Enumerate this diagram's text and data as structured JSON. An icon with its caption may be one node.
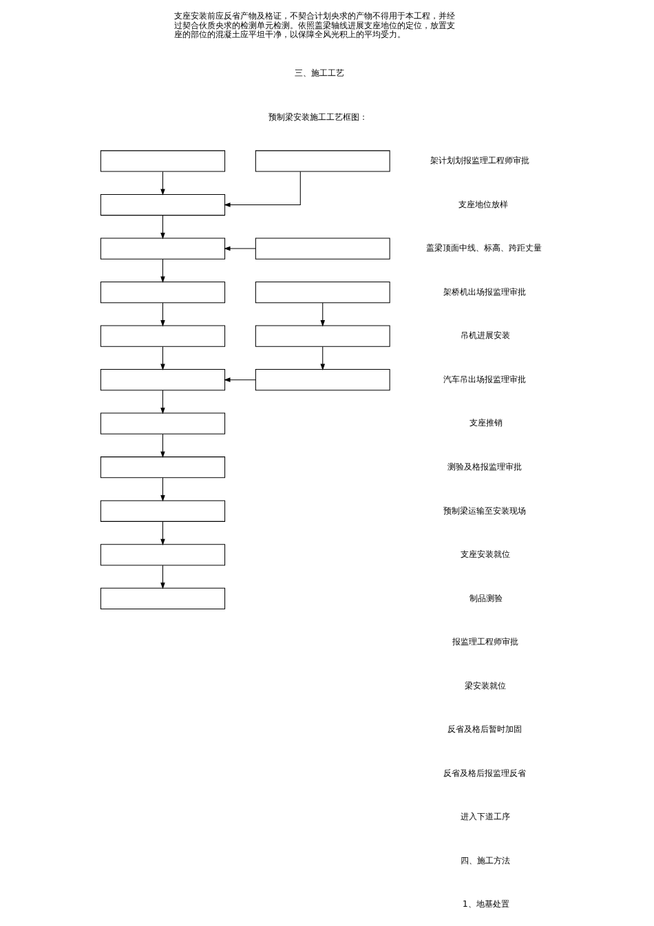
{
  "diagram": {
    "nodes": [
      {
        "text": [],
        "shape": "box"
      },
      {
        "text": [],
        "shape": "box"
      },
      {
        "text": [],
        "shape": "box"
      },
      {
        "text": [],
        "shape": "box"
      },
      {
        "text": [],
        "shape": "box"
      },
      {
        "text": [],
        "shape": "box"
      },
      {
        "text": [],
        "shape": "box"
      },
      {
        "text": [],
        "shape": "box"
      },
      {
        "text": [],
        "shape": "box"
      },
      {
        "text": [],
        "shape": "box"
      },
      {
        "text": [],
        "shape": "box"
      },
      {
        "text": [],
        "shape": "box"
      },
      {
        "text": [],
        "shape": "box"
      },
      {
        "text": [],
        "shape": "box"
      },
      {
        "text": [],
        "shape": "box"
      },
      {
        "text": [],
        "shape": "box"
      }
    ],
    "edges": [
      {
        "from": 0,
        "to": 2,
        "arrow": "to"
      },
      {
        "from": 1,
        "to": 2,
        "arrow": "to"
      },
      {
        "from": 2,
        "to": 3,
        "arrow": "to"
      },
      {
        "from": 4,
        "to": 3,
        "arrow": "to"
      },
      {
        "from": 3,
        "to": 5,
        "arrow": "to"
      },
      {
        "from": 5,
        "to": 7,
        "arrow": "to"
      },
      {
        "from": 6,
        "to": 8,
        "arrow": "to"
      },
      {
        "from": 7,
        "to": 9,
        "arrow": "to"
      },
      {
        "from": 8,
        "to": 10,
        "arrow": "to"
      },
      {
        "from": 10,
        "to": 9,
        "arrow": "to"
      },
      {
        "from": 9,
        "to": 11,
        "arrow": "to"
      },
      {
        "from": 11,
        "to": 12,
        "arrow": "to"
      },
      {
        "from": 12,
        "to": 13,
        "arrow": "to"
      },
      {
        "from": 13,
        "to": 14,
        "arrow": "to"
      },
      {
        "from": 14,
        "to": 15,
        "arrow": "to"
      }
    ],
    "labels": [
      "支座安装前应反省产物及格证，不契合计划央求的产物不得用于本工程，并经过契合伙质央求的检测单元检测。依照盖梁轴线进展支座地位的定位，放置支座的部位的混凝土应平坦干净，以保障全风光积上的平均受力。",
      "三、施工工艺",
      "预制梁安装施工工艺框图：",
      "架计划划报监理工程师审批",
      "支座地位放样",
      "盖梁顶面中线、标高、跨距丈量",
      "架桥机出场报监理审批",
      "吊机进展安装",
      "汽车吊出场报监理审批",
      "支座推销",
      "测验及格报监理审批",
      "预制梁运输至安装现场",
      "支座安装就位",
      "制品测验",
      "报监理工程师审批",
      "梁安装就位",
      "反省及格后暂时加固",
      "反省及格后报监理反省",
      "进入下道工序",
      "四、施工方法",
      "1、地基处置"
    ]
  }
}
